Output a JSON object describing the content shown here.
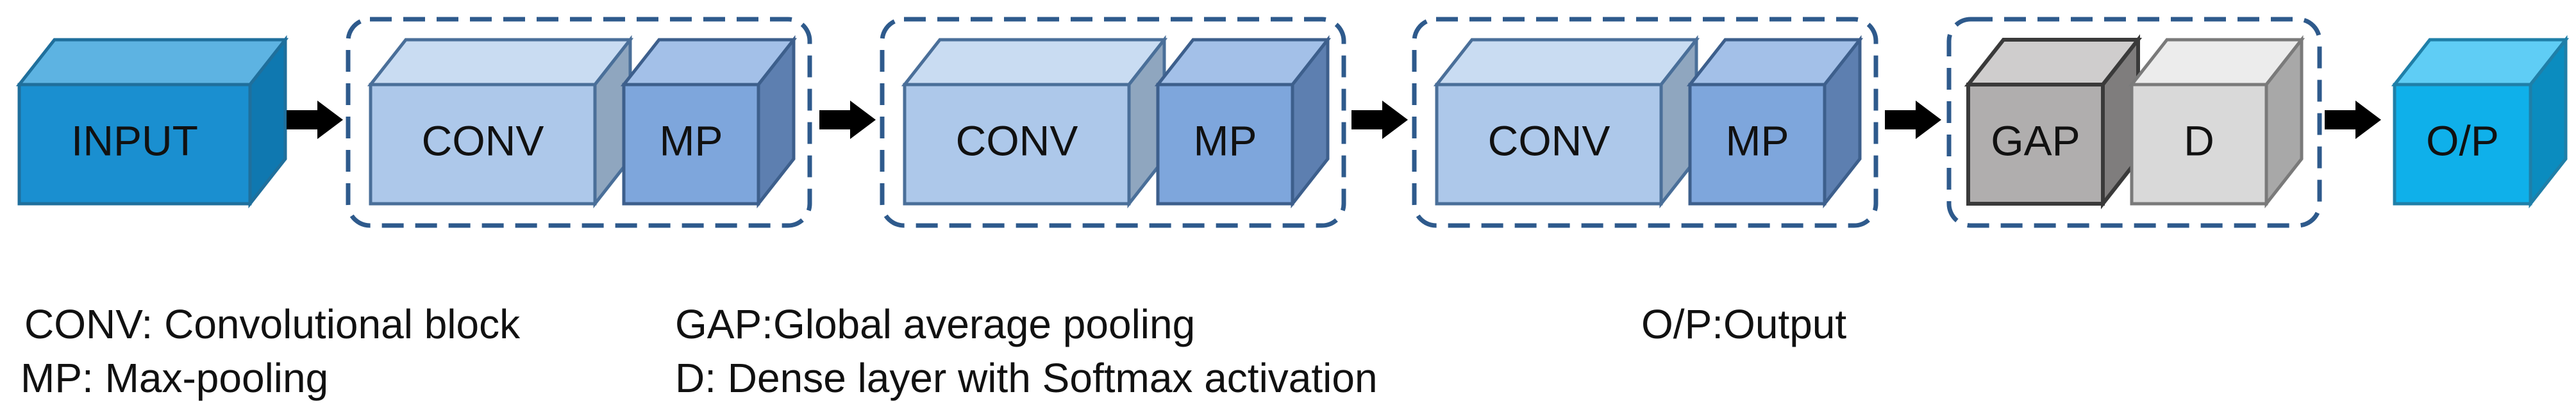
{
  "diagram": {
    "input": "INPUT",
    "stage1": {
      "conv": "CONV",
      "mp": "MP"
    },
    "stage2": {
      "conv": "CONV",
      "mp": "MP"
    },
    "stage3": {
      "conv": "CONV",
      "mp": "MP"
    },
    "head": {
      "gap": "GAP",
      "dense": "D"
    },
    "output": "O/P"
  },
  "legend": {
    "conv": "CONV: Convolutional block",
    "mp": "MP: Max-pooling",
    "gap": "GAP:Global average pooling",
    "dense": "D: Dense layer with Softmax activation",
    "output": "O/P:Output"
  },
  "colors": {
    "input_front": "#1a8fd0",
    "conv_front": "#adc8ea",
    "mp_front": "#7ea6dc",
    "gap_front": "#b0aeae",
    "dense_front": "#d9d9d9",
    "output_front": "#0fb0ea",
    "group_border": "#2e5a8c",
    "arrow": "#000000"
  }
}
